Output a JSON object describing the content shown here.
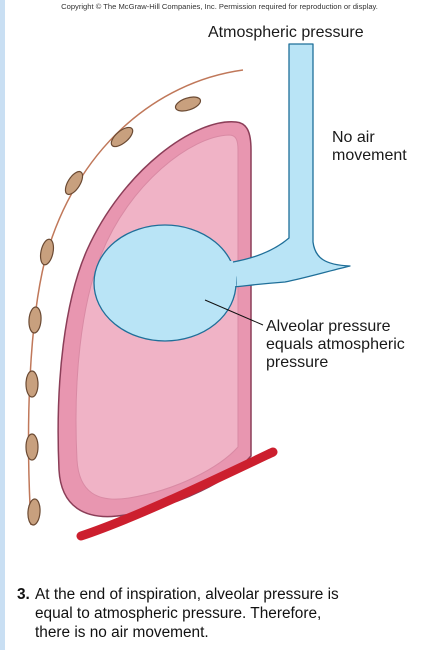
{
  "copyright": "Copyright © The McGraw-Hill Companies, Inc. Permission required for reproduction or display.",
  "labels": {
    "atmospheric_pressure": "Atmospheric pressure",
    "no_air_movement": [
      "No air",
      "movement"
    ],
    "alveolar_pressure": [
      "Alveolar pressure",
      "equals atmospheric",
      "pressure"
    ]
  },
  "caption": {
    "number": "3.",
    "lines": [
      "At the end of inspiration, alveolar pressure is",
      "equal to atmospheric pressure. Therefore,",
      "there is no air movement."
    ]
  },
  "colors": {
    "lung": "#e896b0",
    "lung_inner": "#f0b3c6",
    "airway": "#b9e4f6",
    "pleura_line": "#c0785a",
    "rib": "#c8a07e",
    "diaphragm": "#cc1f2e"
  }
}
